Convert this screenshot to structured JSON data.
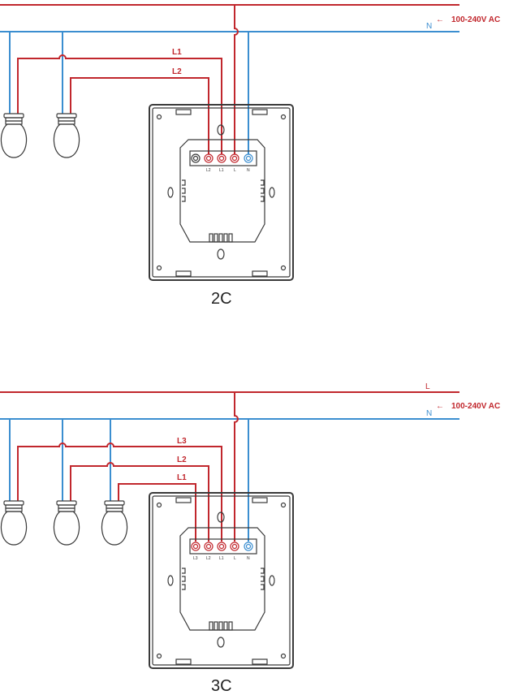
{
  "colors": {
    "live": "#c1272d",
    "neutral": "#3b8ed0",
    "outline": "#3a3a3a"
  },
  "supply_label": "100-240V AC",
  "arrow_glyph": "←",
  "neutral_label": "N",
  "live_label": "L",
  "diagrams": [
    {
      "caption": "2C",
      "wire_labels": [
        "L1",
        "L2"
      ],
      "terminal_labels": [
        "L2",
        "L1",
        "L",
        "N"
      ]
    },
    {
      "caption": "3C",
      "wire_labels": [
        "L3",
        "L2",
        "L1"
      ],
      "terminal_labels": [
        "L3",
        "L2",
        "L1",
        "L",
        "N"
      ]
    }
  ]
}
